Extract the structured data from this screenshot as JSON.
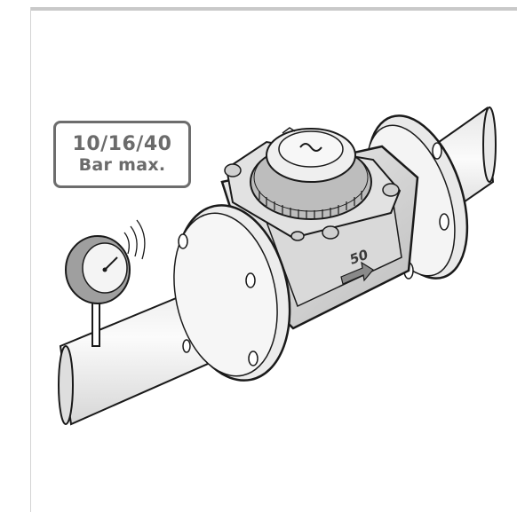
{
  "pressure_label": {
    "line1": "10/16/40",
    "line2": "Bar max."
  },
  "meter": {
    "dn_marking": "50"
  },
  "colors": {
    "outline": "#1a1a1a",
    "light_fill": "#f2f2f2",
    "mid_fill": "#dcdcdc",
    "dark_fill": "#a8a8a8",
    "label_border": "#6d6d6d",
    "label_text": "#6b6b6b",
    "frame_rule": "#c9c9c9"
  },
  "icons": [
    "pressure-gauge-icon",
    "flow-direction-arrow-icon",
    "water-meter-icon"
  ]
}
